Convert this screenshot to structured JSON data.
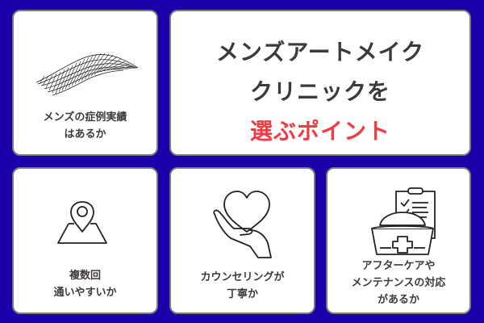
{
  "title": {
    "line1": "メンズアートメイク",
    "line2": "クリニックを",
    "line3": "選ぶポイント"
  },
  "colors": {
    "background": "#1a00a8",
    "card": "#ffffff",
    "card_border": "#7a7a7a",
    "text": "#3e3a39",
    "accent": "#ee3d44"
  },
  "cards": [
    {
      "icon": "eyebrow-icon",
      "line1": "メンズの症例実績",
      "line2": "はあるか"
    },
    {
      "icon": "map-pin-icon",
      "line1": "複数回",
      "line2": "通いやすいか"
    },
    {
      "icon": "heart-hand-icon",
      "line1": "カウンセリングが",
      "line2": "丁寧か"
    },
    {
      "icon": "nurse-cap-clipboard-icon",
      "line1": "アフターケアや",
      "line2": "メンテナンスの対応",
      "line3": "があるか"
    }
  ]
}
